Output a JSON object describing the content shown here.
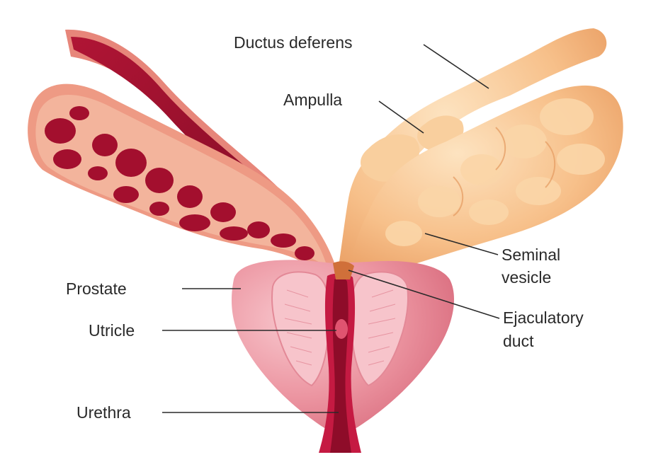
{
  "diagram": {
    "labels": {
      "ductus_deferens": "Ductus deferens",
      "ampulla": "Ampulla",
      "seminal_vesicle_line1": "Seminal",
      "seminal_vesicle_line2": "vesicle",
      "ejaculatory_duct_line1": "Ejaculatory",
      "ejaculatory_duct_line2": "duct",
      "prostate": "Prostate",
      "utricle": "Utricle",
      "urethra": "Urethra"
    },
    "colors": {
      "dark_red": "#9a0f2c",
      "deep_red": "#7a0a22",
      "salmon": "#f0a878",
      "peach": "#f7c690",
      "peach_light": "#fbd9ad",
      "prostate_pink": "#ea8a98",
      "prostate_light": "#f6b8c0",
      "urethra_red": "#b8163a"
    }
  }
}
